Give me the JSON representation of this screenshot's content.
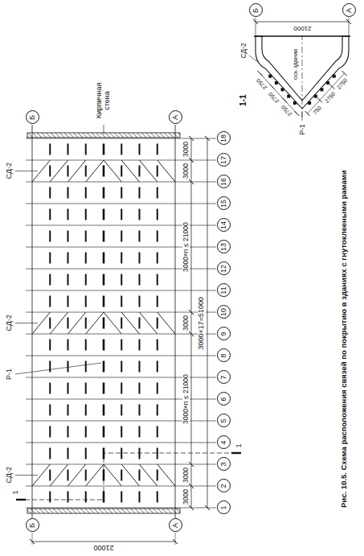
{
  "diagram": {
    "caption": "Рис. 10.5. Схема расположения связей по покрытию в зданиях с гнутоклееными рамами",
    "nodes": [
      {
        "text": [
          "Б"
        ]
      },
      {
        "text": [
          "А"
        ]
      },
      {
        "text": [
          "Б"
        ]
      },
      {
        "text": [
          "А"
        ]
      },
      {
        "text": [
          "1"
        ]
      },
      {
        "text": [
          "2"
        ]
      },
      {
        "text": [
          "3"
        ]
      },
      {
        "text": [
          "4"
        ]
      },
      {
        "text": [
          "5"
        ]
      },
      {
        "text": [
          "6"
        ]
      },
      {
        "text": [
          "7"
        ]
      },
      {
        "text": [
          "8"
        ]
      },
      {
        "text": [
          "9"
        ]
      },
      {
        "text": [
          "10"
        ]
      },
      {
        "text": [
          "11"
        ]
      },
      {
        "text": [
          "12"
        ]
      },
      {
        "text": [
          "13"
        ]
      },
      {
        "text": [
          "14"
        ]
      },
      {
        "text": [
          "15"
        ]
      },
      {
        "text": [
          "16"
        ]
      },
      {
        "text": [
          "17"
        ]
      },
      {
        "text": [
          "18"
        ]
      },
      {
        "text": [
          "Б"
        ]
      },
      {
        "text": [
          "А"
        ]
      }
    ],
    "labels": [
      "СД-2",
      "СД-2",
      "СД-2",
      "Р-1",
      "1",
      "1",
      "21000",
      "Кирпичная стена",
      "3000",
      "3000",
      "3000×n ≤ 21000",
      "3000",
      "3000×n ≤ 21000",
      "3000",
      "3000",
      "3000×17=51000",
      "1-1",
      "СД-2",
      "Р-1",
      "21000",
      "ось здания",
      "750",
      "2750",
      "2750",
      "2750",
      "2750",
      "2750"
    ]
  }
}
